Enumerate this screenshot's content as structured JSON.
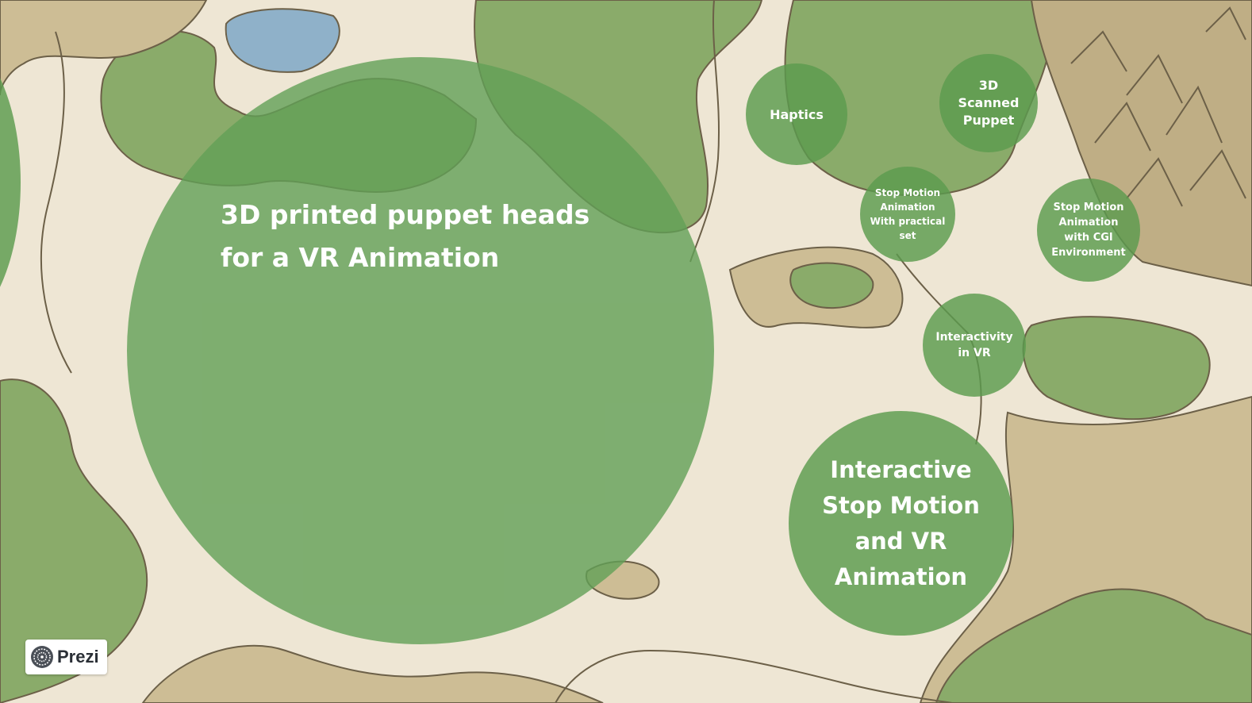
{
  "colors": {
    "bubble": "#5c9b4e",
    "background": "#eee6d4",
    "forest": "#86a866",
    "hill": "#c9b790"
  },
  "bubbles": {
    "main": "3D printed puppet heads for a VR Animation",
    "haptics": "Haptics",
    "scanned": "3D Scanned Puppet",
    "practical": "Stop Motion Animation With practical set",
    "cgi": "Stop Motion Animation with CGI Environment",
    "interactivity": "Interactivity in VR",
    "interactive": "Interactive Stop Motion and VR Animation"
  },
  "badge": {
    "label": "Prezi",
    "icon": "prezi-logo-icon"
  }
}
